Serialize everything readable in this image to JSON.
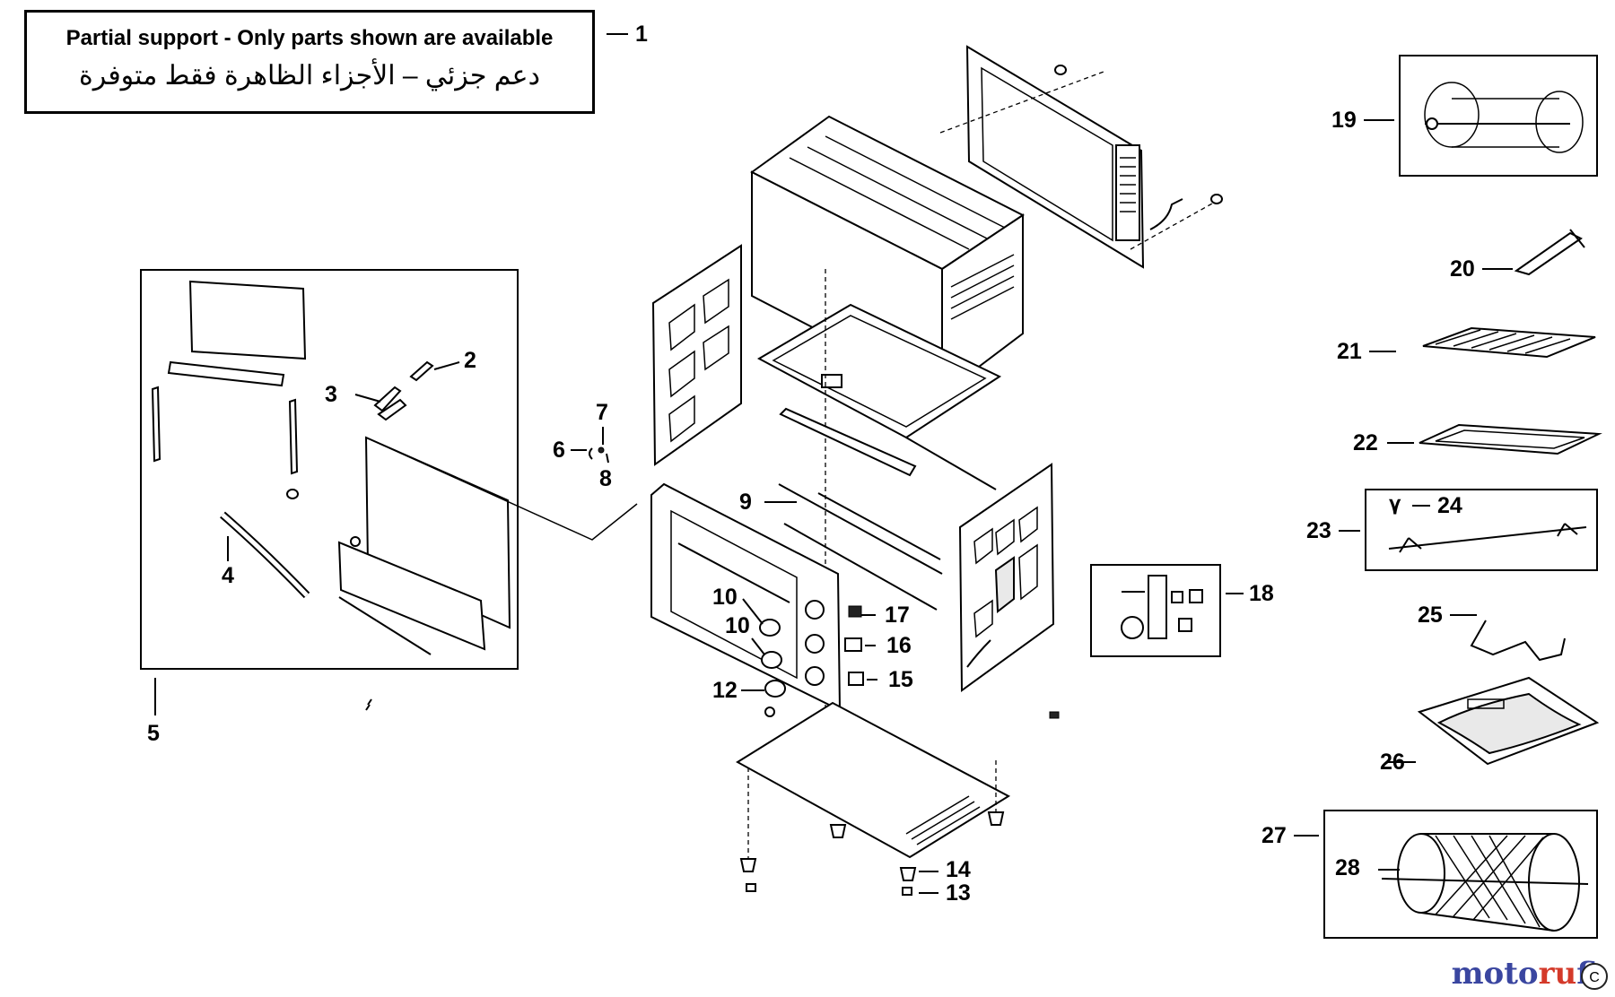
{
  "notice": {
    "english": "Partial support - Only parts shown are available",
    "arabic": "دعم جزئي – الأجزاء الظاهرة فقط متوفرة"
  },
  "callouts": {
    "c1": "1",
    "c2": "2",
    "c3": "3",
    "c4": "4",
    "c5": "5",
    "c6": "6",
    "c7": "7",
    "c8": "8",
    "c9": "9",
    "c10a": "10",
    "c10b": "10",
    "c12": "12",
    "c13": "13",
    "c14": "14",
    "c15": "15",
    "c16": "16",
    "c17": "17",
    "c18": "18",
    "c19": "19",
    "c20": "20",
    "c21": "21",
    "c22": "22",
    "c23": "23",
    "c24": "24",
    "c24_ar": "٧",
    "c25": "25",
    "c26": "26",
    "c27": "27",
    "c28": "28"
  },
  "watermark": {
    "part1": "moto",
    "part2": "ru",
    "part3": "fi",
    "badge": "C"
  }
}
